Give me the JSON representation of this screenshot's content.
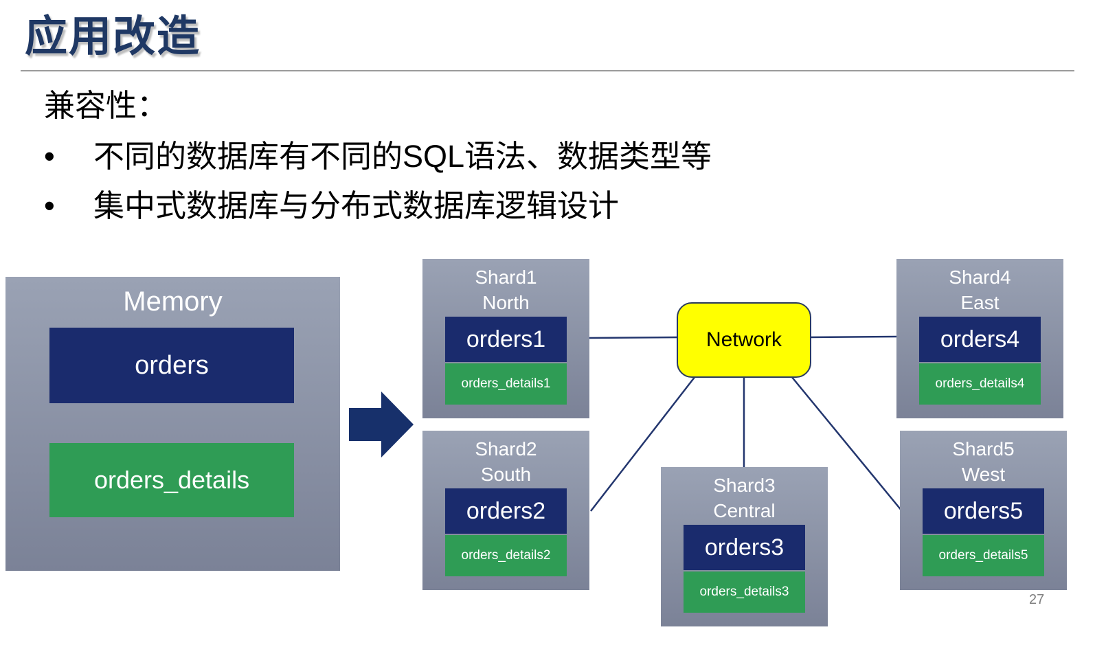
{
  "slide": {
    "title": "应用改造",
    "body": {
      "heading": "兼容性：",
      "bullet_glyph": "•",
      "bullets": [
        "不同的数据库有不同的SQL语法、数据类型等",
        "集中式数据库与分布式数据库逻辑设计"
      ]
    },
    "page_number": "27"
  },
  "diagram": {
    "memory": {
      "label": "Memory",
      "tables": [
        {
          "name": "orders"
        },
        {
          "name": "orders_details"
        }
      ]
    },
    "network": {
      "label": "Network"
    },
    "shards": [
      {
        "title": "Shard1",
        "subtitle": "North",
        "table1": "orders1",
        "table2": "orders_details1"
      },
      {
        "title": "Shard2",
        "subtitle": "South",
        "table1": "orders2",
        "table2": "orders_details2"
      },
      {
        "title": "Shard3",
        "subtitle": "Central",
        "table1": "orders3",
        "table2": "orders_details3"
      },
      {
        "title": "Shard4",
        "subtitle": "East",
        "table1": "orders4",
        "table2": "orders_details4"
      },
      {
        "title": "Shard5",
        "subtitle": "West",
        "table1": "orders5",
        "table2": "orders_details5"
      }
    ],
    "colors": {
      "title_text": "#1f3864",
      "panel_gradient_top": "#9aa2b4",
      "panel_gradient_bottom": "#7b8297",
      "table_navy": "#1a2b6d",
      "table_green": "#2f9c55",
      "network_fill": "#ffff00",
      "connector_line": "#23366e",
      "arrow_fill": "#17306b"
    }
  }
}
